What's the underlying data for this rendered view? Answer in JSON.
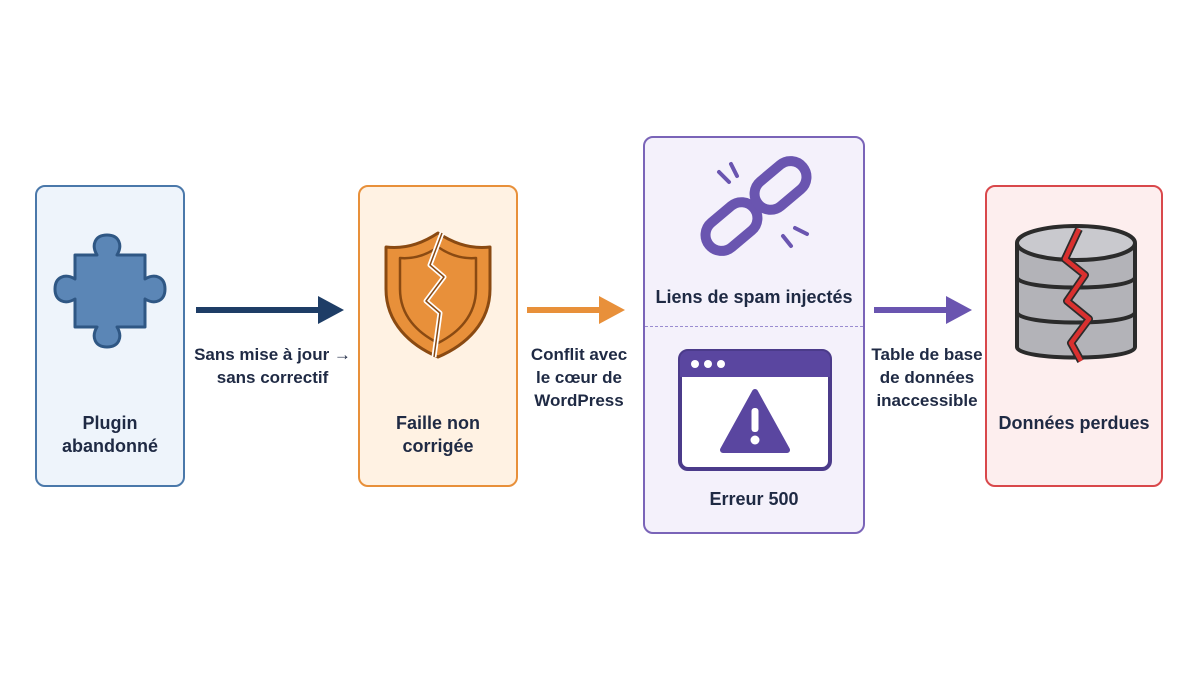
{
  "nodes": {
    "plugin": {
      "label": "Plugin abandonné",
      "icon": "puzzle-icon",
      "color": "#4a78aa",
      "fill": "#eef4fb"
    },
    "faille": {
      "label": "Faille non corrigée",
      "icon": "broken-shield-icon",
      "color": "#e8903a",
      "fill": "#fff2e3"
    },
    "consequences": {
      "color": "#7a64b8",
      "fill": "#f4f1fb",
      "top_label": "Liens de spam injectés",
      "top_icon": "broken-link-icon",
      "bottom_label": "Erreur 500",
      "bottom_icon": "browser-warning-icon"
    },
    "donnees": {
      "label": "Données perdues",
      "icon": "cracked-database-icon",
      "color": "#d9484b",
      "fill": "#fdeeee"
    }
  },
  "edges": {
    "e1": {
      "label": "Sans mise à jour →\nsans correctif",
      "color": "#1e3d66"
    },
    "e2": {
      "label": "Conflit avec\nle cœur de\nWordPress",
      "color": "#e8903a"
    },
    "e3": {
      "label": "Table de base\nde données\ninaccessible",
      "color": "#6a55b0"
    }
  }
}
